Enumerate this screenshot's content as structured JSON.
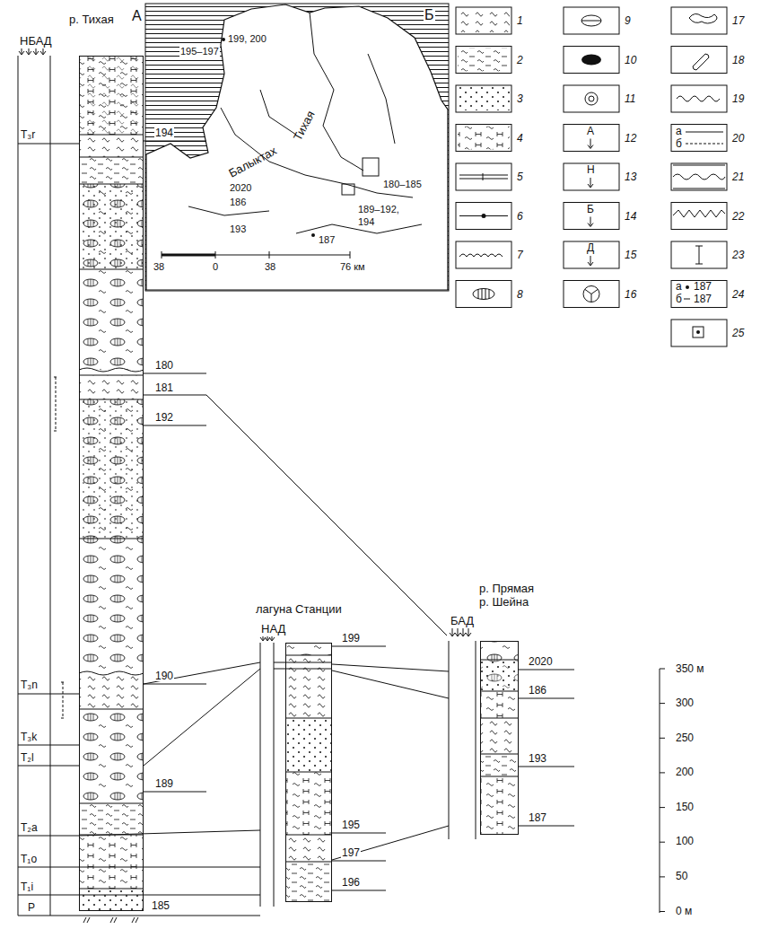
{
  "diagram": {
    "nodes": [
      {
        "text": [
          "р. Тихая",
          "НБАД"
        ]
      },
      {
        "text": [
          "лагуна Станции",
          "НАД"
        ]
      },
      {
        "text": [
          "р. Прямая р. Шейна",
          "БАД"
        ]
      }
    ],
    "labels": [
      "А",
      "Б",
      "T₃r",
      "T₃n",
      "T₃k",
      "T₂l",
      "T₂a",
      "T₁o",
      "T₁i",
      "P",
      "194",
      "180",
      "181",
      "192",
      "190",
      "189",
      "185",
      "199",
      "195",
      "197",
      "196",
      "2020",
      "186",
      "193",
      "187",
      "350 м",
      "300",
      "250",
      "200",
      "150",
      "100",
      "50",
      "0 м",
      "Тихая",
      "Балыктах",
      "199, 200",
      "195–197",
      "180–185",
      "2020",
      "186",
      "193",
      "189–192,",
      "194",
      "187",
      "38",
      "0",
      "38",
      "76 км",
      "А",
      "Н",
      "Б",
      "Д",
      "а",
      "б",
      "а",
      "187",
      "б",
      "187"
    ],
    "legend": [
      {
        "text": "1"
      },
      {
        "text": "2"
      },
      {
        "text": "3"
      },
      {
        "text": "4"
      },
      {
        "text": "5"
      },
      {
        "text": "6"
      },
      {
        "text": "7"
      },
      {
        "text": "8"
      },
      {
        "text": "9"
      },
      {
        "text": "10"
      },
      {
        "text": "11"
      },
      {
        "text": "12"
      },
      {
        "text": "13"
      },
      {
        "text": "14"
      },
      {
        "text": "15"
      },
      {
        "text": "16"
      },
      {
        "text": "17"
      },
      {
        "text": "18"
      },
      {
        "text": "19"
      },
      {
        "text": "20"
      },
      {
        "text": "21"
      },
      {
        "text": "22"
      },
      {
        "text": "23"
      },
      {
        "text": "24"
      },
      {
        "text": "25"
      }
    ]
  }
}
